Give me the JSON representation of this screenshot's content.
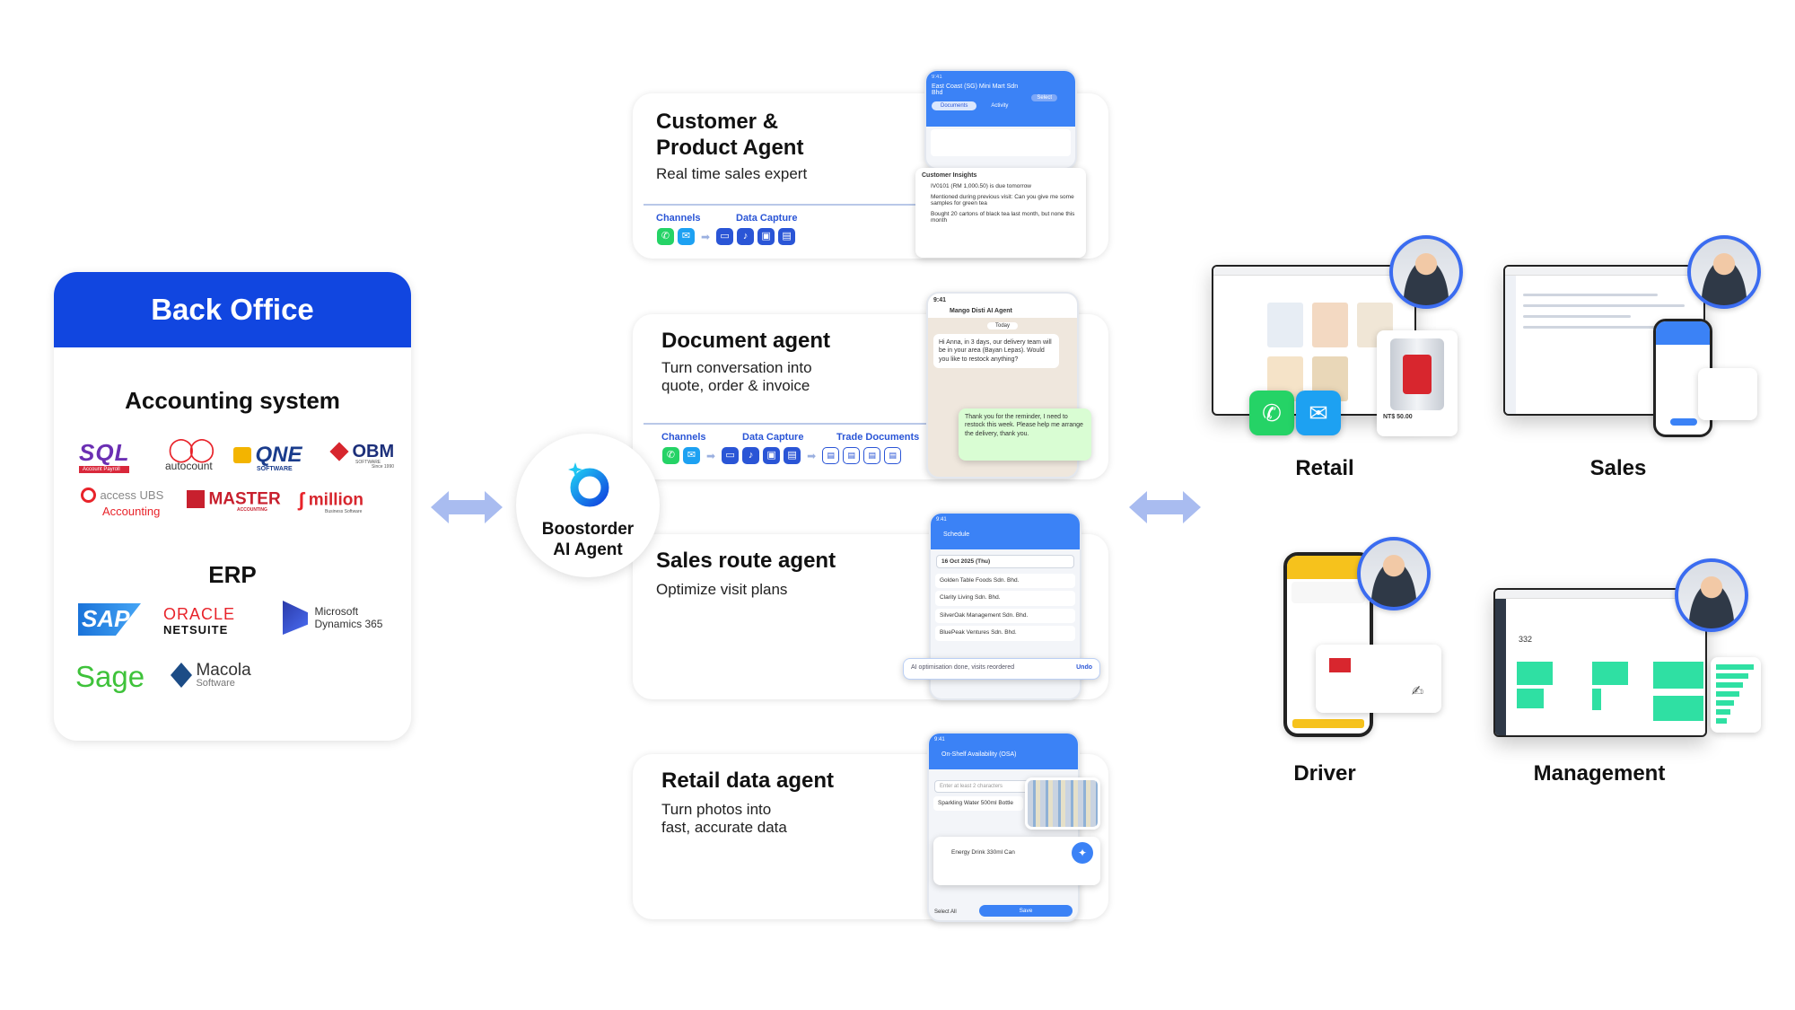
{
  "back_office": {
    "title": "Back Office",
    "accounting_title": "Accounting system",
    "erp_title": "ERP",
    "accounting_logos": {
      "sql": "SQL",
      "sql_sub": "Account   Payroll",
      "autocount": "autocount",
      "qne": "QNE",
      "qne_sub": "SOFTWARE",
      "obm": "OBM",
      "obm_sub": "SOFTWARE",
      "obm_since": "Since 1990",
      "access_ubs": "access UBS",
      "access_ubs_sub": "Accounting",
      "master": "MASTER",
      "master_sub": "ACCOUNTING",
      "million": "million",
      "million_sub": "Business Software"
    },
    "erp_logos": {
      "sap": "SAP",
      "oracle": "ORACLE",
      "netsuite": "NETSUITE",
      "microsoft": "Microsoft",
      "dynamics": "Dynamics 365",
      "sage": "Sage",
      "macola": "Macola",
      "macola_sub": "Software"
    }
  },
  "hub": {
    "line1": "Boostorder",
    "line2": "AI Agent"
  },
  "agents": [
    {
      "title_l1": "Customer &",
      "title_l2": "Product Agent",
      "subtitle": "Real time sales expert",
      "channels_label": "Channels",
      "capture_label": "Data Capture",
      "mock": {
        "store": "East Coast (SG) Mini Mart Sdn Bhd",
        "select": "Select",
        "tab_docs": "Documents",
        "tab_activity": "Activity",
        "insights_title": "Customer Insights",
        "insight_1": "IV0101 (RM 1,000.50) is due tomorrow",
        "insight_2": "Mentioned during previous visit: Can you give me some samples for green tea",
        "insight_3": "Bought 20 cartons of black tea last month, but none this month"
      }
    },
    {
      "title_l1": "Document agent",
      "subtitle_l1": "Turn conversation into",
      "subtitle_l2": "quote, order & invoice",
      "channels_label": "Channels",
      "capture_label": "Data Capture",
      "trade_label": "Trade Documents",
      "mock": {
        "time": "9:41",
        "contact": "Mango Disti AI Agent",
        "today": "Today",
        "msg_1": "Hi Anna, in 3 days, our delivery team will be in your area (Bayan Lepas). Would you like to restock anything?",
        "msg_2": "Thank you for the reminder, I need to restock this week. Please help me arrange the delivery, thank you."
      }
    },
    {
      "title_l1": "Sales route agent",
      "subtitle_l1": "Optimize visit plans",
      "mock": {
        "time": "9:41",
        "header": "Schedule",
        "date": "16 Oct 2025 (Thu)",
        "stop_1": "Golden Table Foods Sdn. Bhd.",
        "stop_2": "Clarity Living Sdn. Bhd.",
        "stop_3": "SilverOak Management Sdn. Bhd.",
        "stop_4": "BluePeak Ventures Sdn. Bhd.",
        "toast": "AI optimisation done, visits reordered",
        "undo": "Undo"
      }
    },
    {
      "title_l1": "Retail data agent",
      "subtitle_l1": "Turn photos into",
      "subtitle_l2": "fast, accurate data",
      "mock": {
        "time": "9:41",
        "header": "On-Shelf Availability (OSA)",
        "search": "Enter at least 2 characters",
        "item_1": "Sparkling Water 500ml Bottle",
        "item_2": "Energy Drink 330ml Can",
        "select_all": "Select All",
        "save": "Save"
      }
    }
  ],
  "channels": [
    {
      "name": "Retail",
      "price": "NT$ 50.00"
    },
    {
      "name": "Sales"
    },
    {
      "name": "Driver"
    },
    {
      "name": "Management",
      "kpi": "332"
    }
  ],
  "colors": {
    "brand_blue": "#1146e0",
    "arrow": "#a9bcf0",
    "accent_green": "#2fe0a3",
    "whatsapp": "#25d366"
  }
}
